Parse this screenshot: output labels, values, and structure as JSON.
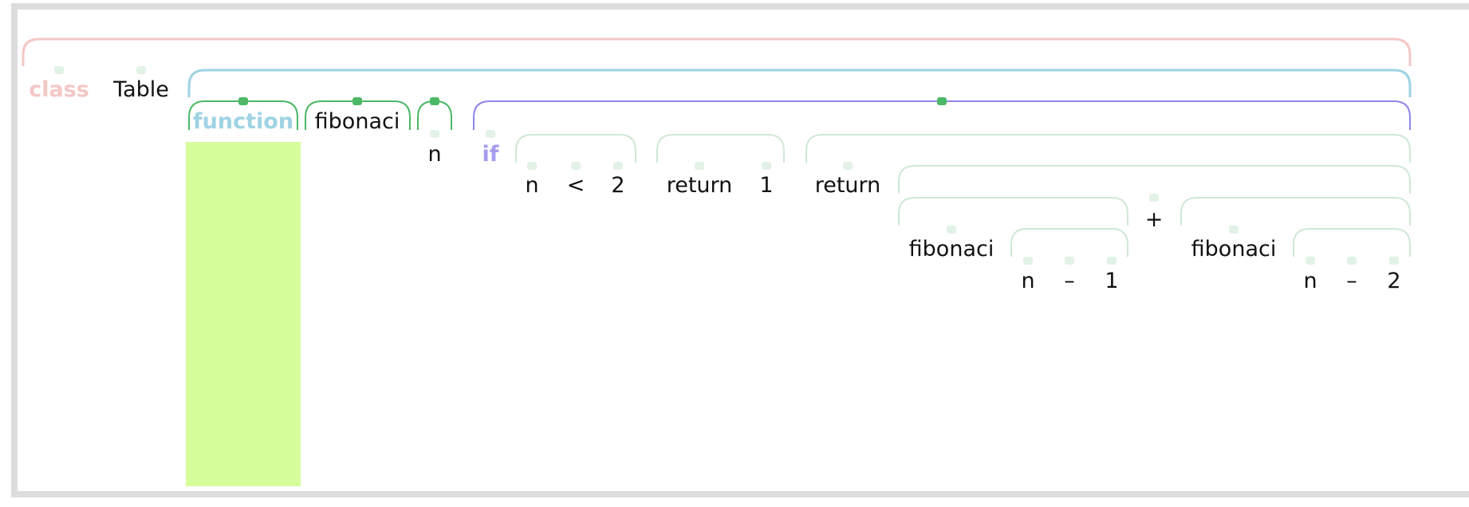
{
  "tokens": {
    "class_kw": "class",
    "class_name": "Table",
    "function_kw": "function",
    "function_name": "fibonaci",
    "param": "n",
    "if_kw": "if",
    "cond_left": "n",
    "cond_op": "<",
    "cond_right": "2",
    "return1_kw": "return",
    "return1_val": "1",
    "return2_kw": "return",
    "plus_op": "+",
    "call1_name": "fibonaci",
    "call1_a": "n",
    "call1_op": "–",
    "call1_b": "1",
    "call2_name": "fibonaci",
    "call2_a": "n",
    "call2_op": "–",
    "call2_b": "2"
  },
  "colors": {
    "class_bracket": "#f4c7c7",
    "body_bracket": "#9fd3e3",
    "function_bracket": "#4cb866",
    "if_bracket": "#8f86ea",
    "inner_bracket": "#cfe8d6",
    "handle_active": "#4cb866",
    "handle_muted": "#e2f2e6",
    "highlight": "#d6fd9c"
  }
}
